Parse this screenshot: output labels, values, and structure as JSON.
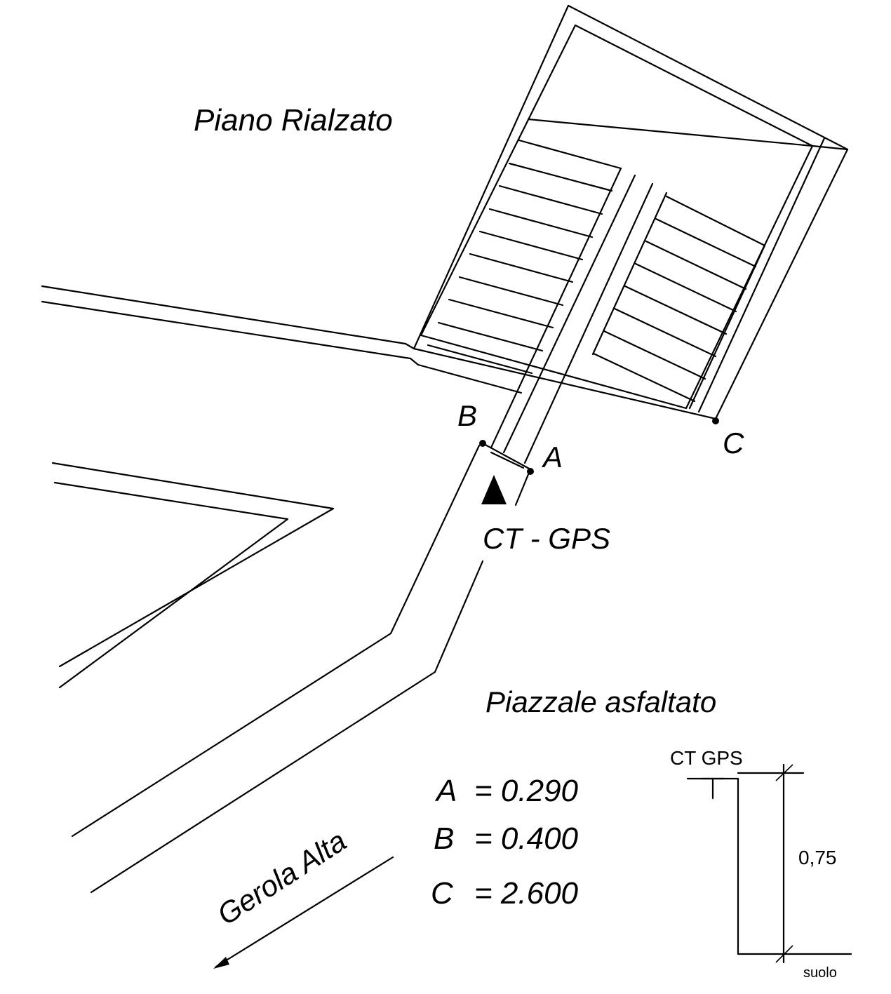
{
  "labels": {
    "floor_label": "Piano Rialzato",
    "yard_label": "Piazzale asfaltato",
    "station_label": "CT - GPS",
    "point_a": "A",
    "point_b": "B",
    "point_c": "C",
    "direction_label": "Gerola Alta"
  },
  "measurements": {
    "a_name": "A",
    "a_value": "= 0.290",
    "b_name": "B",
    "b_value": "= 0.400",
    "c_name": "C",
    "c_value": "= 2.600"
  },
  "section": {
    "title": "CT GPS",
    "height": "0,75",
    "ground": "suolo"
  }
}
